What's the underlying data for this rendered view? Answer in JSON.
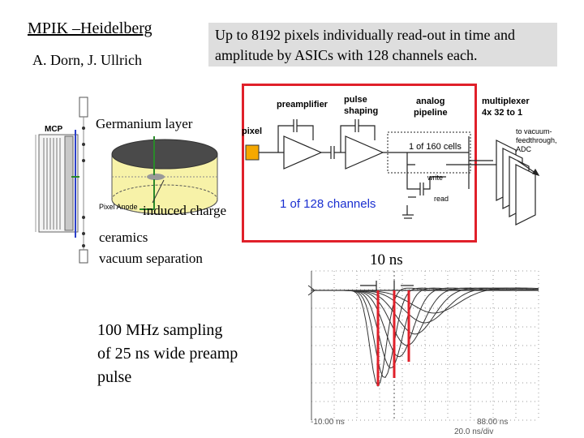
{
  "header": {
    "title": "MPIK –Heidelberg",
    "authors": "A. Dorn, J. Ullrich",
    "headline": "Up to 8192 pixels individually read-out in time and amplitude by ASICs with 128 channels each."
  },
  "detector": {
    "germanium_label": "Germanium layer",
    "induced_label": "induced charge",
    "pixel_anode_label": "Pixel Anode",
    "mcp_label": "MCP",
    "ceramics_label": "ceramics",
    "vacuum_label": "vacuum separation",
    "sampling_lines": [
      "100 MHz sampling",
      "of 25 ns wide preamp",
      "pulse"
    ]
  },
  "circuit": {
    "preamplifier": "preamplifier",
    "pulse_shaping": [
      "pulse",
      "shaping"
    ],
    "analog_pipeline": [
      "analog",
      "pipeline"
    ],
    "multiplexer": [
      "multiplexer",
      "4x 32 to 1"
    ],
    "pixel": "pixel",
    "cells": "1 of 160 cells",
    "feedthrough": [
      "to vacuum-",
      "feedthrough,",
      "ADC"
    ],
    "write": "write",
    "read": "read",
    "channels": "1 of 128 channels",
    "border_color": "#e0202a",
    "pixel_color": "#f5a800"
  },
  "scope": {
    "interval_label": "10 ns",
    "t_start": "-10.00 ns",
    "t_end": "88.00 ns",
    "t_div": "20.0 ns/div",
    "sample_color": "#e0202a"
  }
}
